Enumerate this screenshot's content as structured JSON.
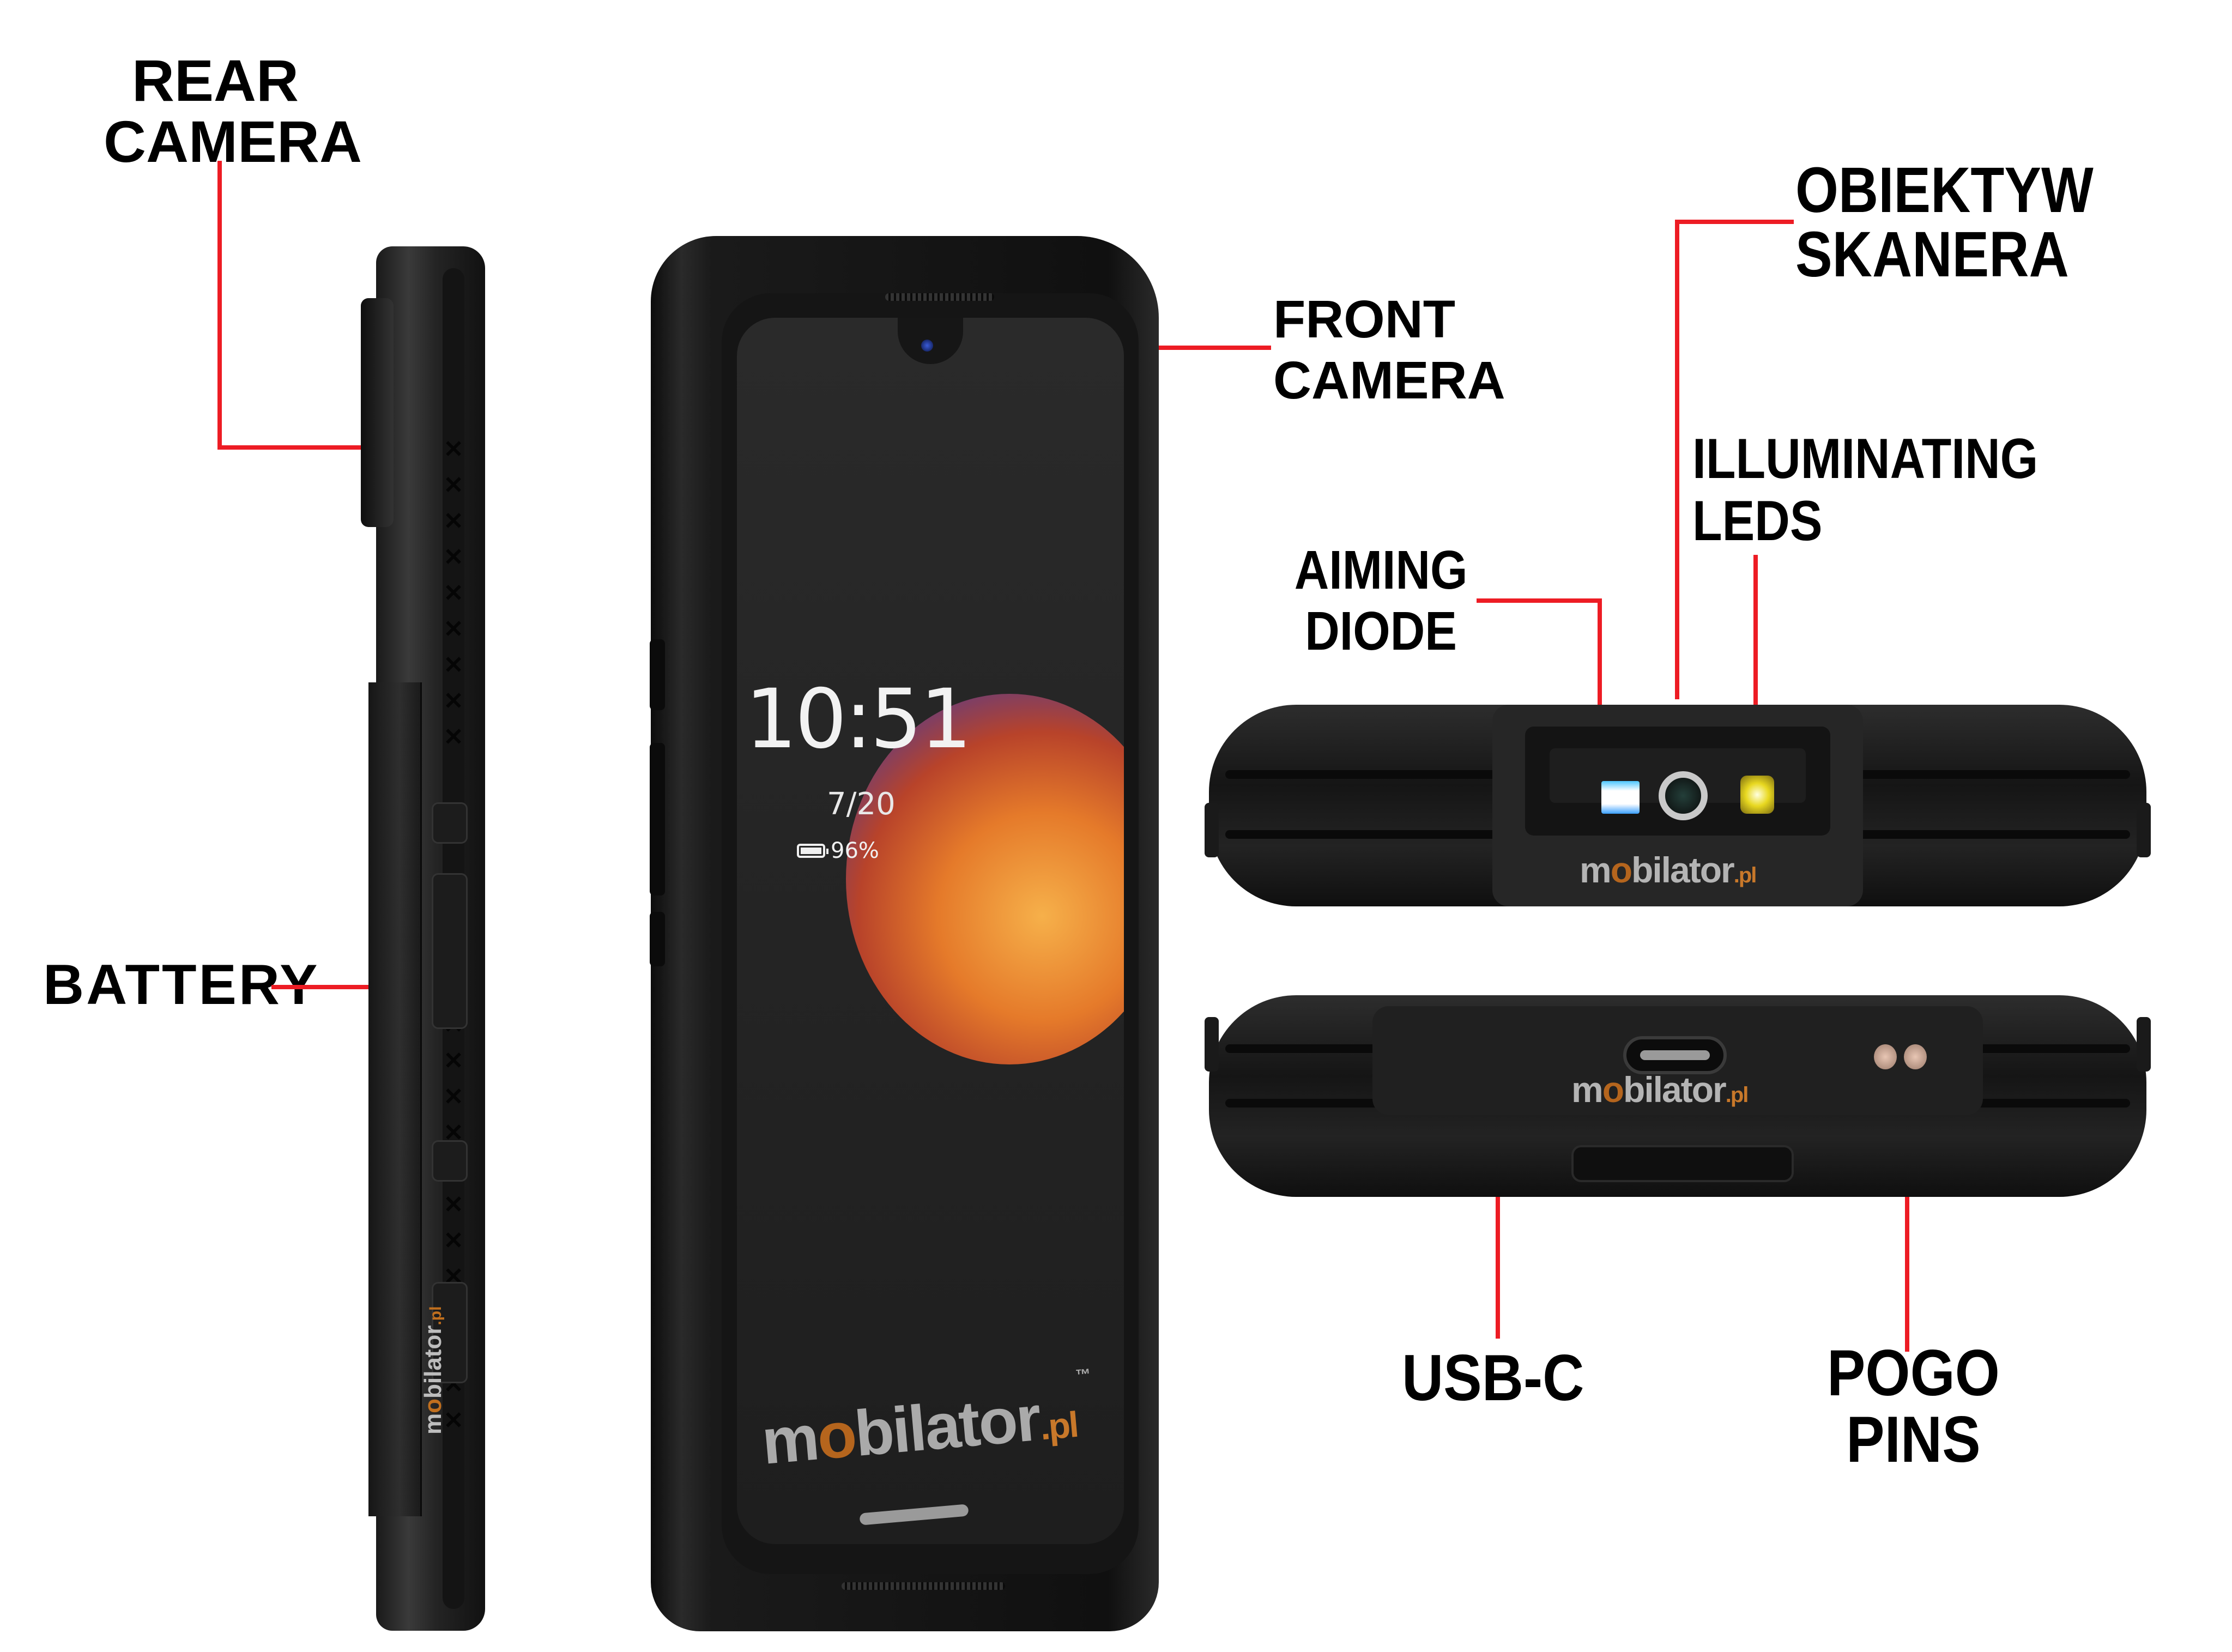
{
  "labels": {
    "rear_camera": [
      "REAR",
      "CAMERA"
    ],
    "battery": "BATTERY",
    "front_camera": [
      "FRONT",
      "CAMERA"
    ],
    "scanner_lens": [
      "OBIEKTYW",
      "SKANERA"
    ],
    "illuminating_leds": [
      "ILLUMINATING",
      "LEDS"
    ],
    "aiming_diode": [
      "AIMING",
      "DIODE"
    ],
    "usb_c": "USB-C",
    "pogo_pins": [
      "POGO",
      "PINS"
    ]
  },
  "lock_screen": {
    "time": "10:51",
    "date": "7/20",
    "battery_percent": "96%",
    "battery_icon": "battery-icon"
  },
  "brand": {
    "name_m": "m",
    "name_o": "o",
    "name_rest": "bilator",
    "suffix": ".pl",
    "trademark": "™",
    "primary_color": "#b4b4b4",
    "accent_color": "#c06f1e"
  },
  "colors": {
    "callout_line": "#ed1c24",
    "label_text": "#000000",
    "background": "#ffffff",
    "device_body": "#1a1a1a"
  }
}
